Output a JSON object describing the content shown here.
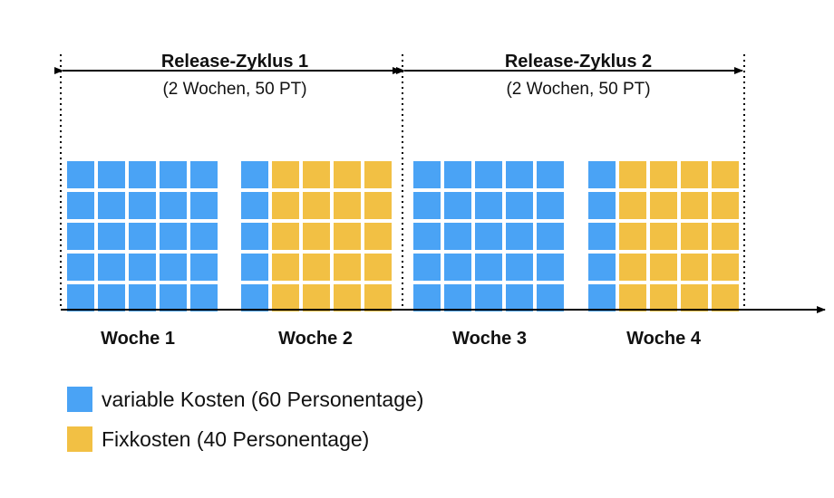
{
  "release_cycles": [
    {
      "title": "Release-Zyklus 1",
      "subtitle": "(2 Wochen, 50 PT)"
    },
    {
      "title": "Release-Zyklus 2",
      "subtitle": "(2 Wochen, 50 PT)"
    }
  ],
  "weeks": [
    {
      "label": "Woche 1",
      "variable_cells": 25,
      "fixed_cells": 0
    },
    {
      "label": "Woche 2",
      "variable_cells": 5,
      "fixed_cells": 20
    },
    {
      "label": "Woche 3",
      "variable_cells": 25,
      "fixed_cells": 0
    },
    {
      "label": "Woche 4",
      "variable_cells": 5,
      "fixed_cells": 20
    }
  ],
  "legend": [
    {
      "key": "variable",
      "label": "variable Kosten (60 Personentage)",
      "color": "#4AA3F5"
    },
    {
      "key": "fixed",
      "label": "Fixkosten (40 Personentage)",
      "color": "#F2C044"
    }
  ],
  "colors": {
    "variable": "#4AA3F5",
    "fixed": "#F2C044",
    "line": "#000000"
  }
}
